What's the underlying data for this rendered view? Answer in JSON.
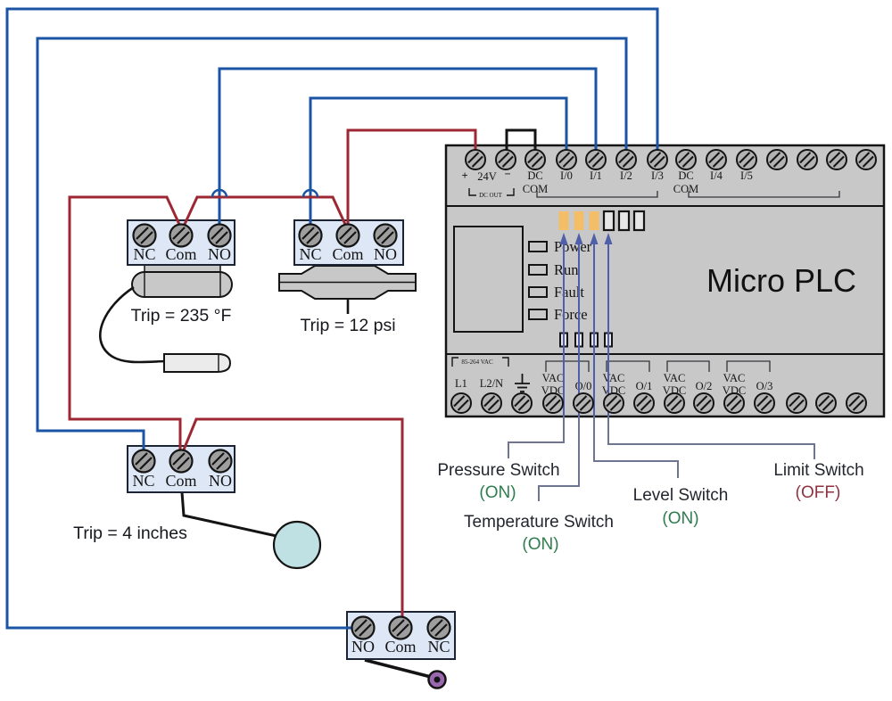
{
  "plc": {
    "title": "Micro PLC",
    "power": {
      "plus": "+",
      "v24": "24V",
      "minus": "−",
      "dc_out": "DC OUT"
    },
    "dc": "DC",
    "com": "COM",
    "inputs": {
      "i0": "I/0",
      "i1": "I/1",
      "i2": "I/2",
      "i3": "I/3",
      "i4": "I/4",
      "i5": "I/5"
    },
    "leds": {
      "power": "Power",
      "run": "Run",
      "fault": "Fault",
      "force": "Force"
    },
    "rating": "85-264 VAC",
    "bottom": {
      "l1": "L1",
      "l2n": "L2/N",
      "vac": "VAC",
      "vdc": "VDC",
      "o0": "O/0",
      "o1": "O/1",
      "o2": "O/2",
      "o3": "O/3"
    }
  },
  "switches": {
    "temperature": {
      "nc": "NC",
      "com": "Com",
      "no": "NO",
      "trip": "Trip = 235 °F",
      "label": "Temperature Switch",
      "state": "(ON)"
    },
    "pressure": {
      "nc": "NC",
      "com": "Com",
      "no": "NO",
      "trip": "Trip = 12 psi",
      "label": "Pressure Switch",
      "state": "(ON)"
    },
    "level": {
      "nc": "NC",
      "com": "Com",
      "no": "NO",
      "trip": "Trip = 4 inches",
      "label": "Level Switch",
      "state": "(ON)"
    },
    "limit": {
      "no": "NO",
      "com": "Com",
      "nc": "NC",
      "label": "Limit Switch",
      "state": "(OFF)"
    }
  },
  "colors": {
    "wire_blue": "#1b54a4",
    "wire_red": "#9d2833",
    "wire_black": "#141414",
    "led_on": "#f3be67",
    "arrow_slate": "#4f5fa8",
    "connector_gray": "#6d7590",
    "state_on_green": "#2f7d4e",
    "state_off_red": "#8f3340",
    "plc_body": "#c8c8c8",
    "terminal_block_fill": "#dde7f5",
    "float_fill": "#bfe1e4",
    "roller_fill": "#9a68ae"
  }
}
